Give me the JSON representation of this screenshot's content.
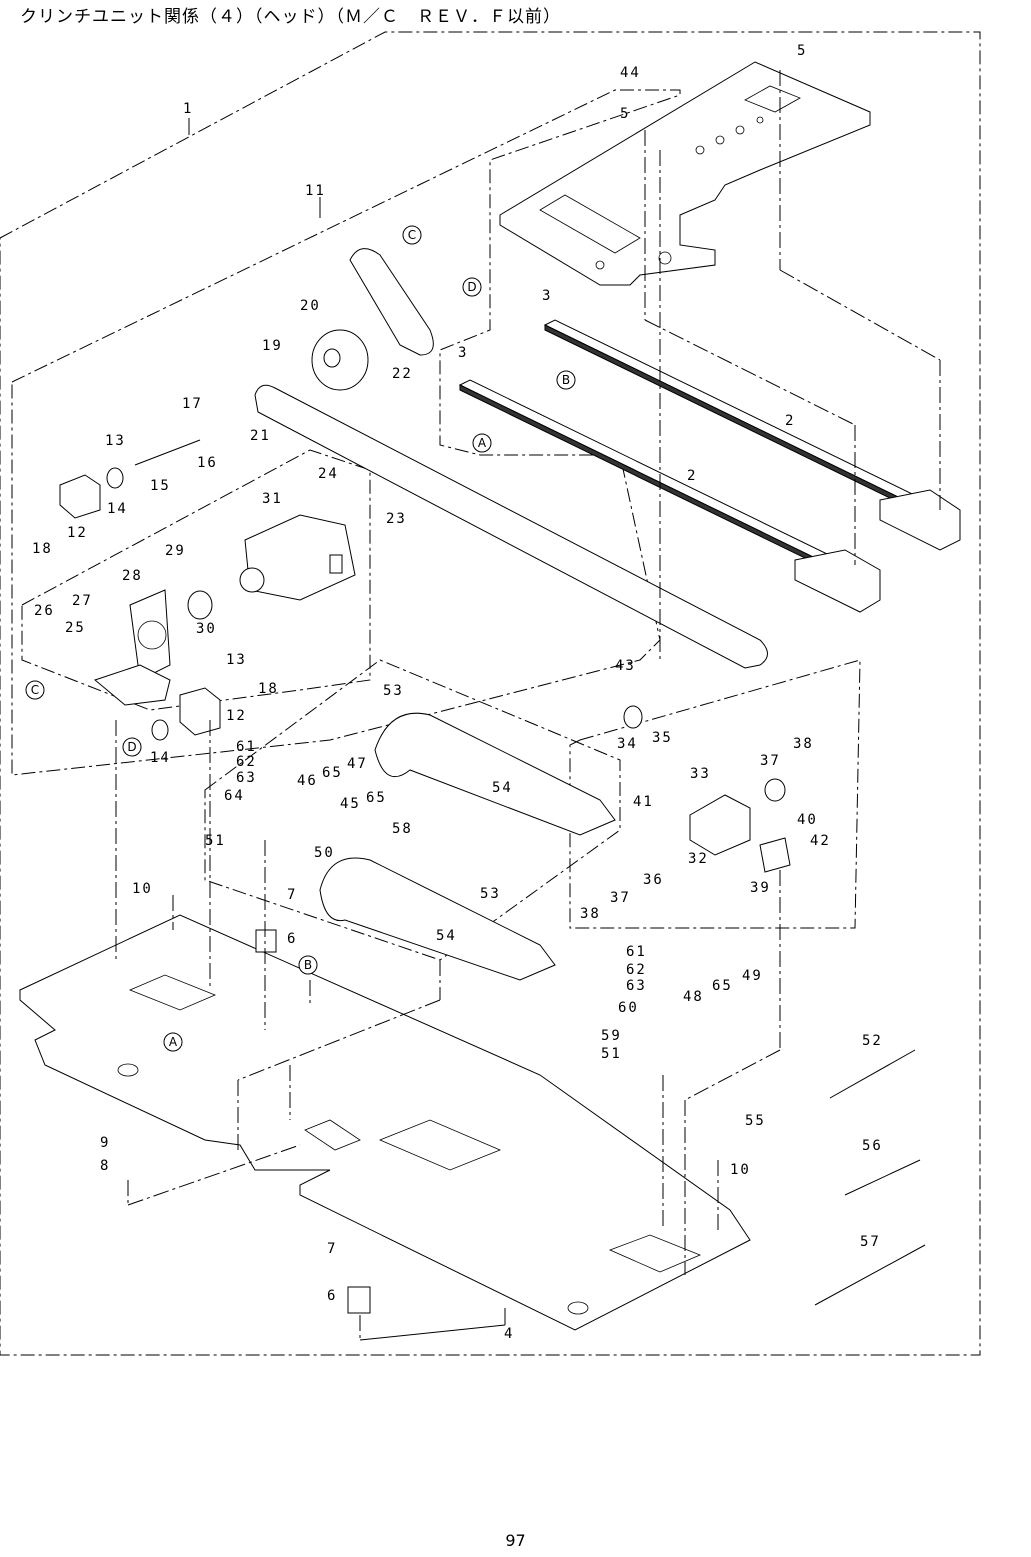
{
  "title": "クリンチユニット関係（４）（ヘッド）（Ｍ／Ｃ　ＲＥＶ．Ｆ以前）",
  "page_number": "97",
  "callouts": [
    "1",
    "11",
    "5",
    "44",
    "5",
    "3",
    "3",
    "2",
    "2",
    "20",
    "19",
    "22",
    "17",
    "21",
    "13",
    "16",
    "15",
    "14",
    "12",
    "18",
    "24",
    "31",
    "23",
    "29",
    "28",
    "26",
    "27",
    "25",
    "30",
    "13",
    "18",
    "12",
    "14",
    "43",
    "34",
    "35",
    "53",
    "54",
    "61",
    "62",
    "63",
    "64",
    "46",
    "65",
    "47",
    "45",
    "65",
    "58",
    "51",
    "50",
    "33",
    "37",
    "38",
    "41",
    "40",
    "42",
    "32",
    "36",
    "37",
    "38",
    "39",
    "10",
    "7",
    "6",
    "53",
    "54",
    "61",
    "62",
    "63",
    "65",
    "49",
    "60",
    "48",
    "59",
    "51",
    "52",
    "55",
    "10",
    "56",
    "9",
    "8",
    "7",
    "6",
    "4",
    "57"
  ],
  "reference_marks": [
    "C",
    "D",
    "B",
    "A",
    "C",
    "D",
    "B",
    "A"
  ]
}
